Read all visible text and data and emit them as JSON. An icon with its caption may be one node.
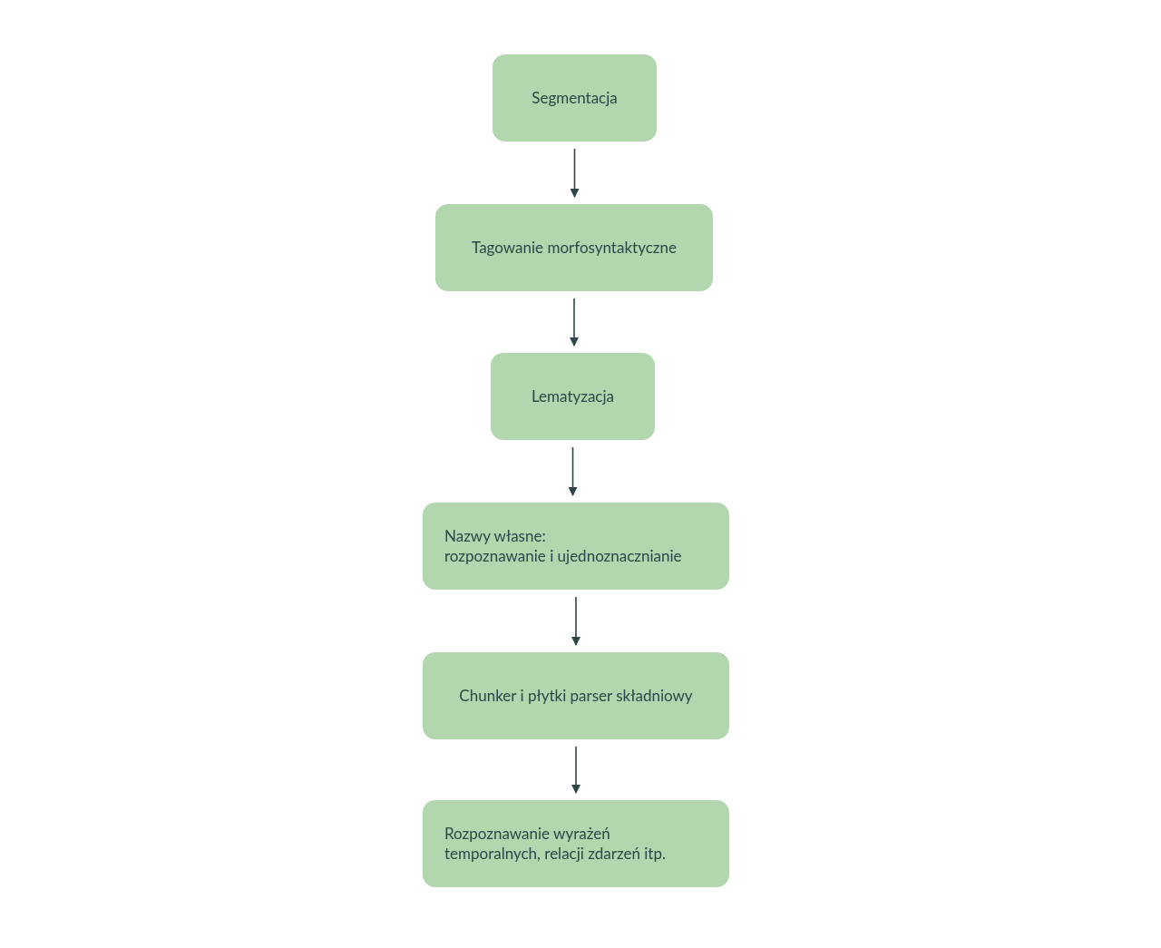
{
  "diagram": {
    "nodes": [
      {
        "text": [
          "Segmentacja"
        ]
      },
      {
        "text": [
          "Tagowanie morfosyntaktyczne"
        ]
      },
      {
        "text": [
          "Lematyzacja"
        ]
      },
      {
        "text": [
          "Nazwy własne:",
          "rozpoznawanie i ujednoznacznianie"
        ]
      },
      {
        "text": [
          "Chunker i płytki parser składniowy"
        ]
      },
      {
        "text": [
          "Rozpoznawanie wyrażeń temporalnych, relacji zdarzeń itp."
        ]
      }
    ],
    "edges": [
      {
        "from": 0,
        "to": 1,
        "arrow": "to"
      },
      {
        "from": 1,
        "to": 2,
        "arrow": "to"
      },
      {
        "from": 2,
        "to": 3,
        "arrow": "to"
      },
      {
        "from": 3,
        "to": 4,
        "arrow": "to"
      },
      {
        "from": 4,
        "to": 5,
        "arrow": "to"
      }
    ]
  }
}
